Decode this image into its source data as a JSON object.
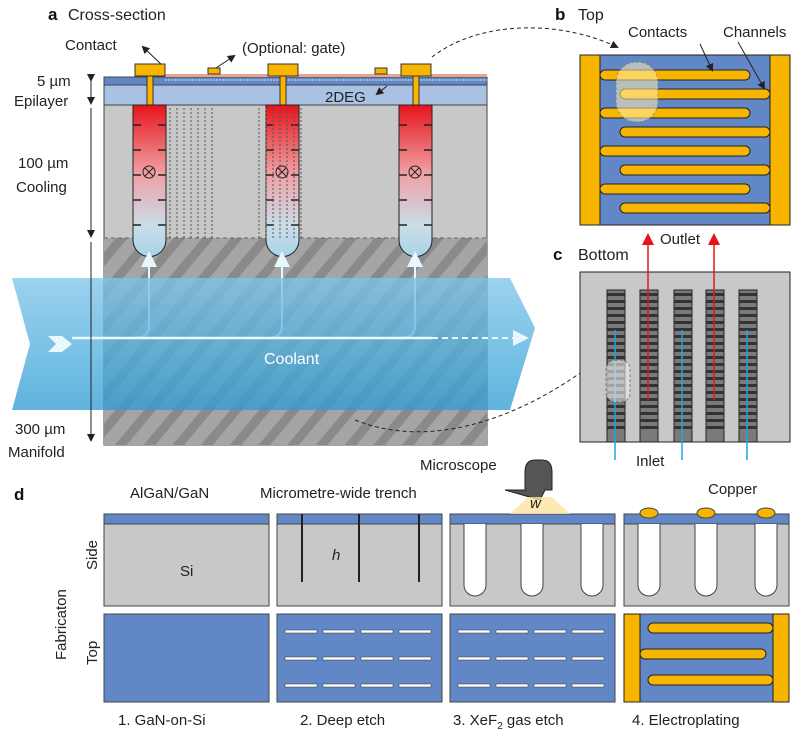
{
  "figure": {
    "panel_a": {
      "letter": "a",
      "title": "Cross-section",
      "labels": {
        "contact": "Contact",
        "gate": "(Optional: gate)",
        "two_deg": "2DEG",
        "epilayer_thickness": "5 µm",
        "epilayer": "Epilayer",
        "cooling_thickness": "100 µm",
        "cooling": "Cooling",
        "manifold_thickness": "300 µm",
        "manifold": "Manifold",
        "coolant": "Coolant"
      },
      "channel_count": 3
    },
    "panel_b": {
      "letter": "b",
      "title": "Top",
      "labels": {
        "contacts": "Contacts",
        "channels": "Channels"
      }
    },
    "panel_c": {
      "letter": "c",
      "title": "Bottom",
      "labels": {
        "outlet": "Outlet",
        "inlet": "Inlet"
      }
    },
    "panel_d": {
      "letter": "d",
      "row_group_label": "Fabricaton",
      "rows": [
        "Side",
        "Top"
      ],
      "labels": {
        "algan": "AlGaN/GaN",
        "si": "Si",
        "trench": "Micrometre-wide trench",
        "h": "h",
        "microscope": "Microscope",
        "w": "w",
        "copper": "Copper"
      },
      "steps": [
        {
          "label": "1. GaN-on-Si"
        },
        {
          "label": "2. Deep etch"
        },
        {
          "label_main": "3. XeF",
          "label_sub": "2",
          "label_tail": " gas etch"
        },
        {
          "label": "4. Electroplating"
        }
      ]
    },
    "colors": {
      "gold": "#F7B500",
      "epi_dark": "#6287C6",
      "epi_light": "#A9C2E4",
      "silicon": "#C8C8C8",
      "manifold": "#9E9E9E",
      "coolant": "#3FA7D9",
      "hot": "#E5141B",
      "outlet": "#E5141B",
      "inlet": "#1EA6E0"
    }
  }
}
